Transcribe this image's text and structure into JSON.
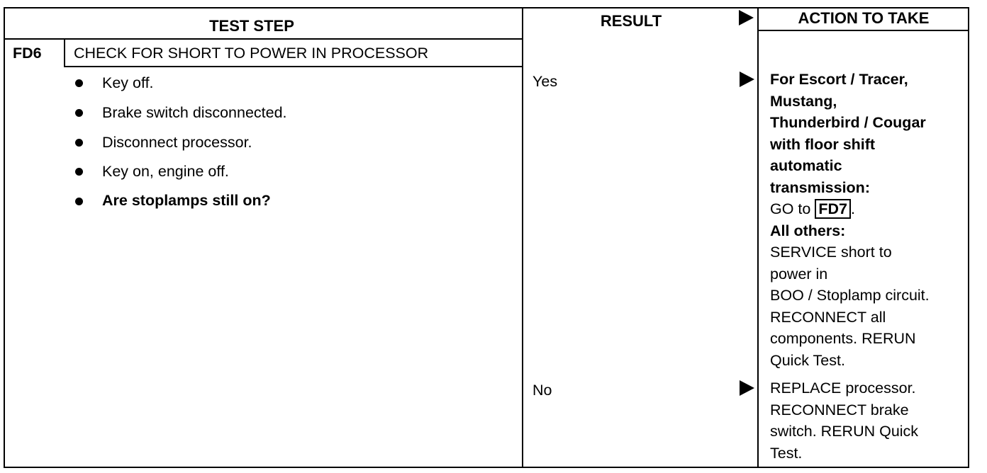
{
  "header": {
    "test_step": "TEST STEP",
    "result": "RESULT",
    "action_to_take": "ACTION TO TAKE"
  },
  "step": {
    "id": "FD6",
    "title": "CHECK FOR SHORT TO POWER IN PROCESSOR",
    "bullets": [
      "Key off.",
      "Brake switch disconnected.",
      "Disconnect processor.",
      "Key on, engine off.",
      "Are stoplamps still on?"
    ]
  },
  "results": {
    "yes": {
      "label": "Yes",
      "lines": [
        "For Escort / Tracer,",
        "Mustang,",
        "Thunderbird / Cougar",
        "with floor shift",
        "automatic",
        "transmission:"
      ],
      "goto_prefix": "GO to",
      "goto_ref": "FD7",
      "goto_suffix": ".",
      "others_label": "All others:",
      "others_lines": [
        "SERVICE short to",
        "power in",
        "BOO / Stoplamp circuit.",
        "RECONNECT all",
        "components. RERUN",
        "Quick Test."
      ]
    },
    "no": {
      "label": "No",
      "lines": [
        "REPLACE processor.",
        "RECONNECT brake",
        "switch. RERUN Quick",
        "Test."
      ]
    }
  }
}
